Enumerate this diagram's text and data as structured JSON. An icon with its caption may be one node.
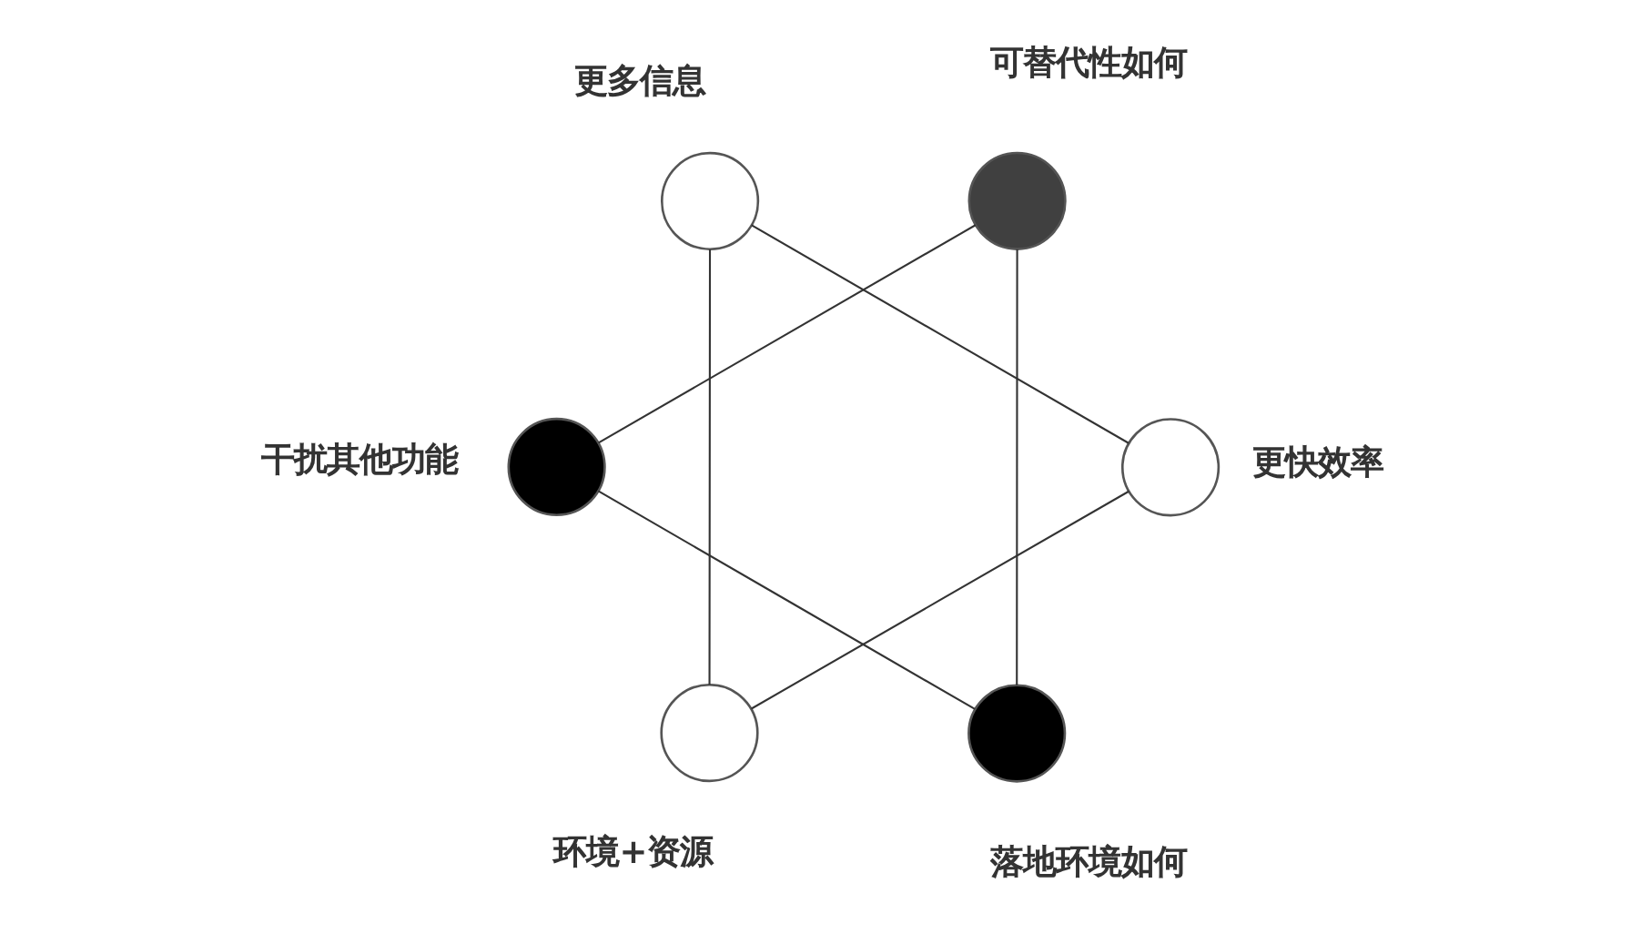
{
  "diagram": {
    "nodes": [
      {
        "text": [],
        "shape": "circle",
        "beside": [
          "更多信息"
        ]
      },
      {
        "text": [],
        "shape": "circle",
        "beside": [
          "可替代性如何"
        ]
      },
      {
        "text": [],
        "shape": "circle",
        "beside": [
          "干扰其他功能"
        ]
      },
      {
        "text": [],
        "shape": "circle",
        "beside": [
          "更快效率"
        ]
      },
      {
        "text": [],
        "shape": "circle",
        "beside": [
          "环境+资源"
        ]
      },
      {
        "text": [],
        "shape": "circle",
        "beside": [
          "落地环境如何"
        ]
      }
    ],
    "edges": [
      {
        "from": 0,
        "to": 3,
        "arrow": "none"
      },
      {
        "from": 3,
        "to": 4,
        "arrow": "none"
      },
      {
        "from": 4,
        "to": 0,
        "arrow": "none"
      },
      {
        "from": 1,
        "to": 2,
        "arrow": "none"
      },
      {
        "from": 2,
        "to": 5,
        "arrow": "none"
      },
      {
        "from": 5,
        "to": 1,
        "arrow": "none"
      }
    ]
  }
}
